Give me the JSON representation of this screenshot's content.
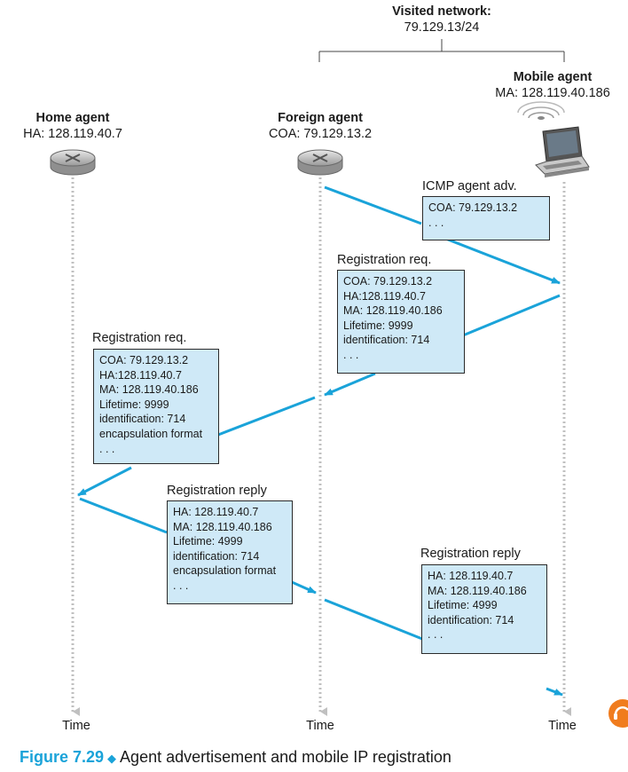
{
  "visited_network": {
    "title": "Visited network:",
    "subnet": "79.129.13/24"
  },
  "home_agent": {
    "title": "Home agent",
    "address": "HA: 128.119.40.7"
  },
  "foreign_agent": {
    "title": "Foreign agent",
    "address": "COA: 79.129.13.2"
  },
  "mobile_agent": {
    "title": "Mobile agent",
    "address": "MA: 128.119.40.186"
  },
  "time_label": "Time",
  "messages": [
    {
      "title": "ICMP agent adv.",
      "lines": [
        "COA: 79.129.13.2",
        ". . ."
      ]
    },
    {
      "title": "Registration req.",
      "lines": [
        "COA: 79.129.13.2",
        "HA:128.119.40.7",
        "MA: 128.119.40.186",
        "Lifetime: 9999",
        "identification: 714",
        ". . ."
      ]
    },
    {
      "title": "Registration req.",
      "lines": [
        "COA: 79.129.13.2",
        "HA:128.119.40.7",
        "MA: 128.119.40.186",
        "Lifetime: 9999",
        "identification: 714",
        "encapsulation format",
        ". . ."
      ]
    },
    {
      "title": "Registration reply",
      "lines": [
        "HA: 128.119.40.7",
        "MA: 128.119.40.186",
        "Lifetime: 4999",
        "identification: 714",
        "encapsulation format",
        ". . ."
      ]
    },
    {
      "title": "Registration reply",
      "lines": [
        "HA: 128.119.40.7",
        "MA: 128.119.40.186",
        "Lifetime: 4999",
        "identification: 714",
        ". . ."
      ]
    }
  ],
  "caption": {
    "figure": "Figure 7.29",
    "text": "Agent advertisement and mobile IP registration"
  },
  "colors": {
    "arrow": "#1aa3d9",
    "box_fill": "#cfe9f7",
    "timeline": "#c0c0c0",
    "accent": "#1aa3d9"
  }
}
